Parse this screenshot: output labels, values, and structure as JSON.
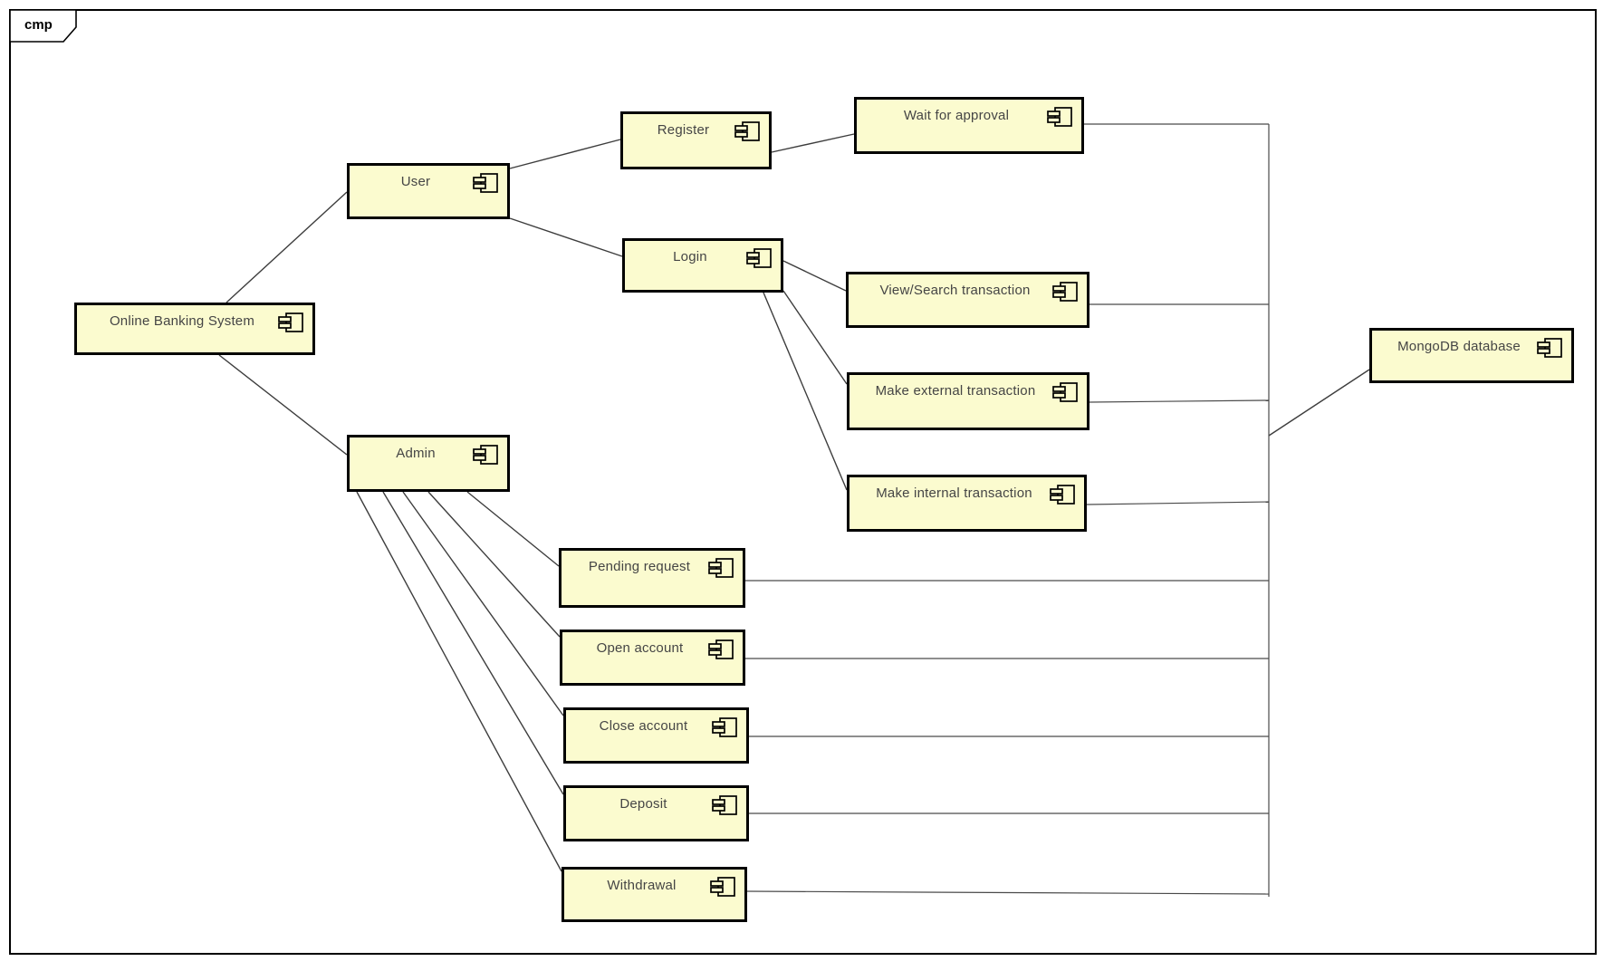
{
  "frame": {
    "label": "cmp",
    "type": "uml-component-diagram"
  },
  "colors": {
    "component_fill": "#fbfbcf",
    "component_border": "#000000",
    "connector_line": "#444444",
    "text": "#454545",
    "background": "#ffffff"
  },
  "components": [
    {
      "id": "online-banking-system",
      "label": "Online Banking System"
    },
    {
      "id": "user",
      "label": "User"
    },
    {
      "id": "admin",
      "label": "Admin"
    },
    {
      "id": "register",
      "label": "Register"
    },
    {
      "id": "wait-for-approval",
      "label": "Wait for approval"
    },
    {
      "id": "login",
      "label": "Login"
    },
    {
      "id": "view-search-transaction",
      "label": "View/Search transaction"
    },
    {
      "id": "make-external-transaction",
      "label": "Make external transaction"
    },
    {
      "id": "make-internal-transaction",
      "label": "Make internal transaction"
    },
    {
      "id": "pending-request",
      "label": "Pending request"
    },
    {
      "id": "open-account",
      "label": "Open account"
    },
    {
      "id": "close-account",
      "label": "Close account"
    },
    {
      "id": "deposit",
      "label": "Deposit"
    },
    {
      "id": "withdrawal",
      "label": "Withdrawal"
    },
    {
      "id": "mongodb-database",
      "label": "MongoDB database"
    }
  ],
  "connections": [
    {
      "from": "Online Banking System",
      "to": "User"
    },
    {
      "from": "Online Banking System",
      "to": "Admin"
    },
    {
      "from": "User",
      "to": "Register"
    },
    {
      "from": "User",
      "to": "Login"
    },
    {
      "from": "Register",
      "to": "Wait for approval"
    },
    {
      "from": "Login",
      "to": "View/Search transaction"
    },
    {
      "from": "Login",
      "to": "Make external transaction"
    },
    {
      "from": "Login",
      "to": "Make internal transaction"
    },
    {
      "from": "Admin",
      "to": "Pending request"
    },
    {
      "from": "Admin",
      "to": "Open account"
    },
    {
      "from": "Admin",
      "to": "Close account"
    },
    {
      "from": "Admin",
      "to": "Deposit"
    },
    {
      "from": "Admin",
      "to": "Withdrawal"
    },
    {
      "from": "Wait for approval",
      "to": "MongoDB database"
    },
    {
      "from": "View/Search transaction",
      "to": "MongoDB database"
    },
    {
      "from": "Make external transaction",
      "to": "MongoDB database"
    },
    {
      "from": "Make internal transaction",
      "to": "MongoDB database"
    },
    {
      "from": "Pending request",
      "to": "MongoDB database"
    },
    {
      "from": "Open account",
      "to": "MongoDB database"
    },
    {
      "from": "Close account",
      "to": "MongoDB database"
    },
    {
      "from": "Deposit",
      "to": "MongoDB database"
    },
    {
      "from": "Withdrawal",
      "to": "MongoDB database"
    }
  ]
}
